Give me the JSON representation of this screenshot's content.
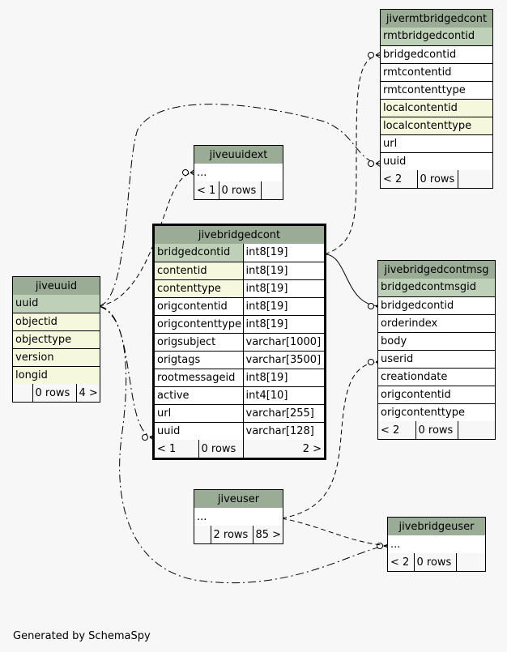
{
  "footer": "Generated by SchemaSpy",
  "tables": {
    "jivermtbridgedcont": {
      "name": "jivermtbridgedcont",
      "columns": [
        {
          "name": "rmtbridgedcontid",
          "kind": "pk"
        },
        {
          "name": "bridgedcontid",
          "kind": ""
        },
        {
          "name": "rmtcontentid",
          "kind": ""
        },
        {
          "name": "rmtcontenttype",
          "kind": ""
        },
        {
          "name": "localcontentid",
          "kind": "idx"
        },
        {
          "name": "localcontenttype",
          "kind": "idx"
        },
        {
          "name": "url",
          "kind": ""
        },
        {
          "name": "uuid",
          "kind": ""
        }
      ],
      "footer": [
        "< 2",
        "0 rows",
        ""
      ]
    },
    "jiveuuidext": {
      "name": "jiveuuidext",
      "columns": [
        {
          "name": "...",
          "kind": ""
        }
      ],
      "footer": [
        "< 1",
        "0 rows",
        ""
      ]
    },
    "jivebridgedcont": {
      "name": "jivebridgedcont",
      "columns": [
        {
          "name": "bridgedcontid",
          "type": "int8[19]",
          "kind": "pk"
        },
        {
          "name": "contentid",
          "type": "int8[19]",
          "kind": "idx"
        },
        {
          "name": "contenttype",
          "type": "int8[19]",
          "kind": "idx"
        },
        {
          "name": "origcontentid",
          "type": "int8[19]",
          "kind": ""
        },
        {
          "name": "origcontenttype",
          "type": "int8[19]",
          "kind": ""
        },
        {
          "name": "origsubject",
          "type": "varchar[1000]",
          "kind": ""
        },
        {
          "name": "origtags",
          "type": "varchar[3500]",
          "kind": ""
        },
        {
          "name": "rootmessageid",
          "type": "int8[19]",
          "kind": ""
        },
        {
          "name": "active",
          "type": "int4[10]",
          "kind": ""
        },
        {
          "name": "url",
          "type": "varchar[255]",
          "kind": ""
        },
        {
          "name": "uuid",
          "type": "varchar[128]",
          "kind": ""
        }
      ],
      "footer": [
        "< 1",
        "0 rows",
        "2 >"
      ]
    },
    "jiveuuid": {
      "name": "jiveuuid",
      "columns": [
        {
          "name": "uuid",
          "kind": "pk"
        },
        {
          "name": "objectid",
          "kind": "idx"
        },
        {
          "name": "objecttype",
          "kind": "idx"
        },
        {
          "name": "version",
          "kind": "idx"
        },
        {
          "name": "longid",
          "kind": "idx"
        }
      ],
      "footer": [
        "",
        "0 rows",
        "4 >"
      ]
    },
    "jivebridgedcontmsg": {
      "name": "jivebridgedcontmsg",
      "columns": [
        {
          "name": "bridgedcontmsgid",
          "kind": "pk"
        },
        {
          "name": "bridgedcontid",
          "kind": ""
        },
        {
          "name": "orderindex",
          "kind": ""
        },
        {
          "name": "body",
          "kind": ""
        },
        {
          "name": "userid",
          "kind": ""
        },
        {
          "name": "creationdate",
          "kind": ""
        },
        {
          "name": "origcontentid",
          "kind": ""
        },
        {
          "name": "origcontenttype",
          "kind": ""
        }
      ],
      "footer": [
        "< 2",
        "0 rows",
        ""
      ]
    },
    "jiveuser": {
      "name": "jiveuser",
      "columns": [
        {
          "name": "...",
          "kind": ""
        }
      ],
      "footer": [
        "",
        "2 rows",
        "85 >"
      ]
    },
    "jivebridgeuser": {
      "name": "jivebridgeuser",
      "columns": [
        {
          "name": "...",
          "kind": ""
        }
      ],
      "footer": [
        "< 2",
        "0 rows",
        ""
      ]
    }
  }
}
